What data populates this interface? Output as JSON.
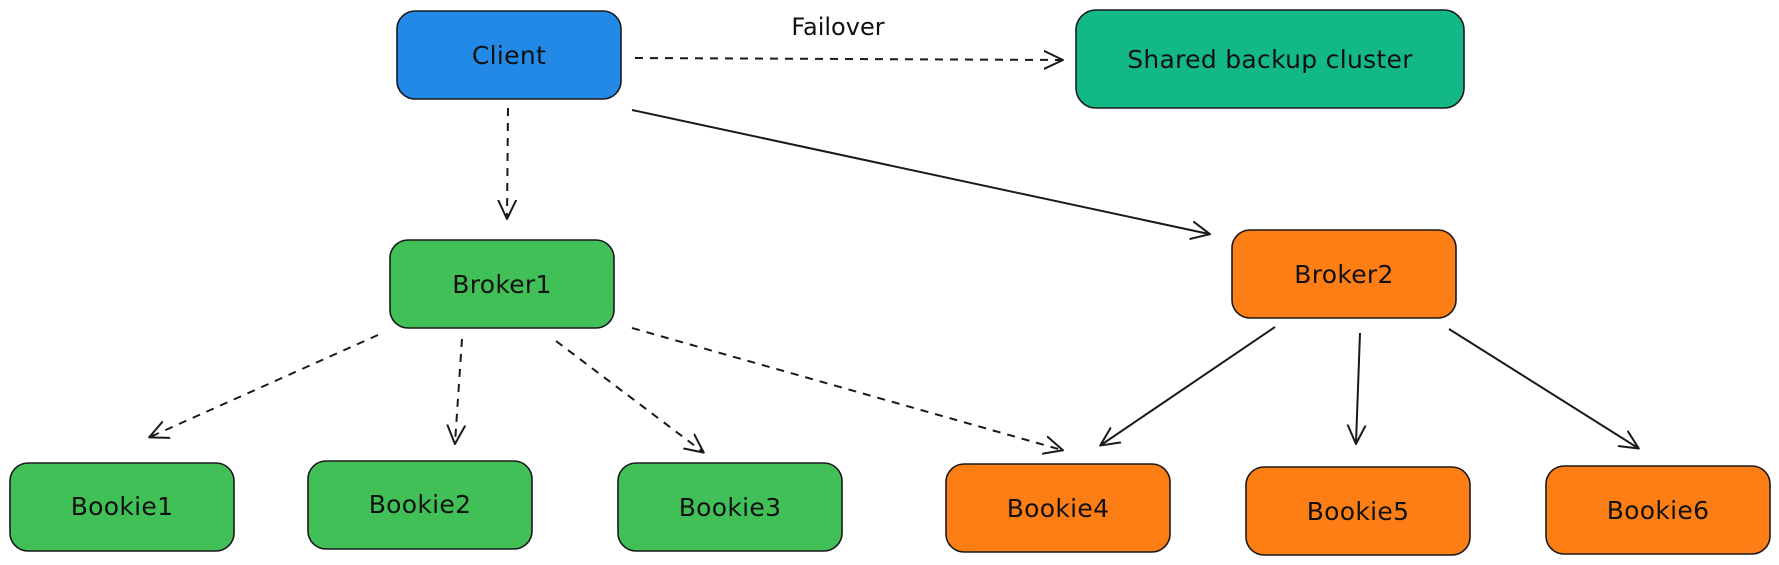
{
  "colors": {
    "blue": "#2389e6",
    "green": "#40c057",
    "teal": "#12b886",
    "orange": "#fd7e14"
  },
  "nodes": {
    "client": {
      "label": "Client",
      "color": "blue"
    },
    "backup": {
      "label": "Shared backup cluster",
      "color": "teal"
    },
    "broker1": {
      "label": "Broker1",
      "color": "green"
    },
    "broker2": {
      "label": "Broker2",
      "color": "orange"
    },
    "bookie1": {
      "label": "Bookie1",
      "color": "green"
    },
    "bookie2": {
      "label": "Bookie2",
      "color": "green"
    },
    "bookie3": {
      "label": "Bookie3",
      "color": "green"
    },
    "bookie4": {
      "label": "Bookie4",
      "color": "orange"
    },
    "bookie5": {
      "label": "Bookie5",
      "color": "orange"
    },
    "bookie6": {
      "label": "Bookie6",
      "color": "orange"
    }
  },
  "edges": [
    {
      "from": "client",
      "to": "backup",
      "style": "dashed",
      "label": "Failover"
    },
    {
      "from": "client",
      "to": "broker1",
      "style": "dashed"
    },
    {
      "from": "client",
      "to": "broker2",
      "style": "solid"
    },
    {
      "from": "broker1",
      "to": "bookie1",
      "style": "dashed"
    },
    {
      "from": "broker1",
      "to": "bookie2",
      "style": "dashed"
    },
    {
      "from": "broker1",
      "to": "bookie3",
      "style": "dashed"
    },
    {
      "from": "broker1",
      "to": "bookie4",
      "style": "dashed"
    },
    {
      "from": "broker2",
      "to": "bookie4",
      "style": "solid"
    },
    {
      "from": "broker2",
      "to": "bookie5",
      "style": "solid"
    },
    {
      "from": "broker2",
      "to": "bookie6",
      "style": "solid"
    }
  ]
}
